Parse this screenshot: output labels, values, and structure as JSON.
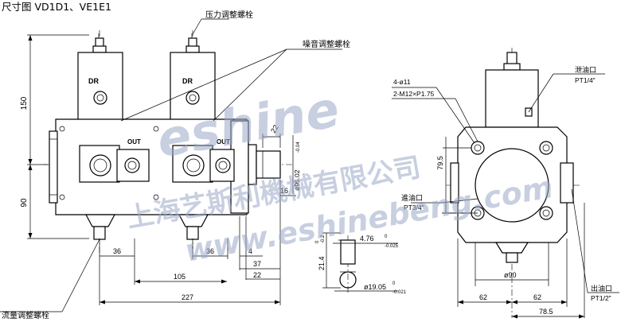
{
  "title": "尺寸图 VD1D1、VE1E1",
  "callouts": {
    "pressure_screw": "压力调整螺栓",
    "noise_screw": "噪音调整螺栓",
    "flow_screw": "流量调整螺栓",
    "drain_port": "泄油口",
    "drain_port_thread": "PT1/4\"",
    "inlet_port": "進油口",
    "inlet_port_thread": "PT3/4\"",
    "outlet_port": "出油口",
    "outlet_port_thread": "PT1/2\""
  },
  "labels": {
    "dr_left": "DR",
    "dr_right": "DR",
    "out_left": "OUT",
    "out_right": "OUT",
    "holes": "4-ø11",
    "thread": "2-M12×P1.75"
  },
  "dims": {
    "h150": "150",
    "h90": "90",
    "w36a": "36",
    "w36b": "36",
    "w4": "4",
    "w105": "105",
    "w37": "37",
    "w22": "22",
    "w227": "227",
    "shaft_dia": "ø95.02",
    "shaft_dia_tol": "-0.04",
    "w16": "16",
    "w22b": "22",
    "key_h": "21.4",
    "key_h_tol_u": "0",
    "key_h_tol_l": "-0.2",
    "key_w": "4.76",
    "key_w_tol_u": "0",
    "key_w_tol_l": "-0.025",
    "shaft_d": "ø19.05",
    "shaft_d_tol_u": "0",
    "shaft_d_tol_l": "-0.021",
    "h79_5": "79.5",
    "d90": "ø90",
    "w62a": "62",
    "w62b": "62",
    "w78_5": "78.5"
  },
  "watermark": {
    "brand": "eshine",
    "cn_name": "上海艺斯利機械有限公司",
    "site": "www.eshinebeng.com"
  }
}
